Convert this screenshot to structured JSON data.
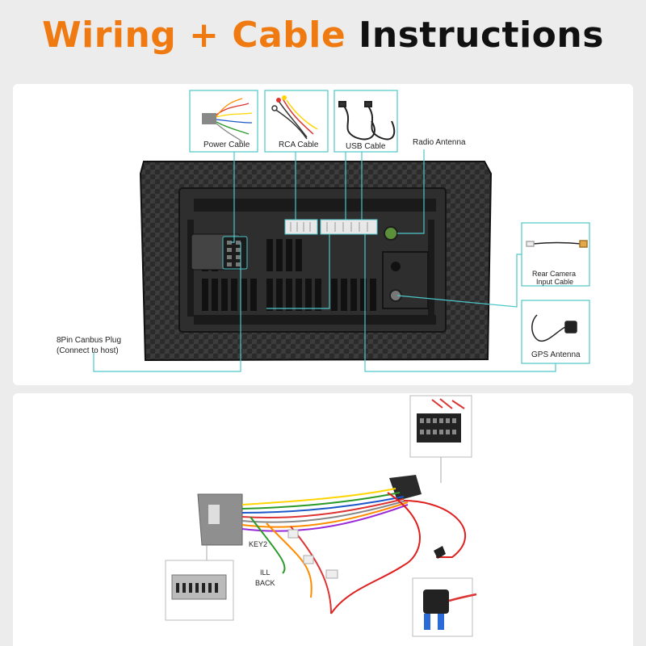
{
  "title": {
    "part1": "Wiring + Cable",
    "part2": "Instructions"
  },
  "labels": {
    "power_cable": "Power Cable",
    "rca_cable": "RCA Cable",
    "usb_cable": "USB Cable",
    "radio_antenna": "Radio Antenna",
    "canbus_line1": "8Pin Canbus Plug",
    "canbus_line2": "(Connect to host)",
    "rear_cam_line1": "Rear Camera",
    "rear_cam_line2": "Input Cable",
    "gps_antenna": "GPS Antenna",
    "key2": "KEY2",
    "ill": "ILL",
    "back": "BACK"
  },
  "colors": {
    "accent": "#f07a12",
    "callout_line": "#4dc6c9"
  }
}
